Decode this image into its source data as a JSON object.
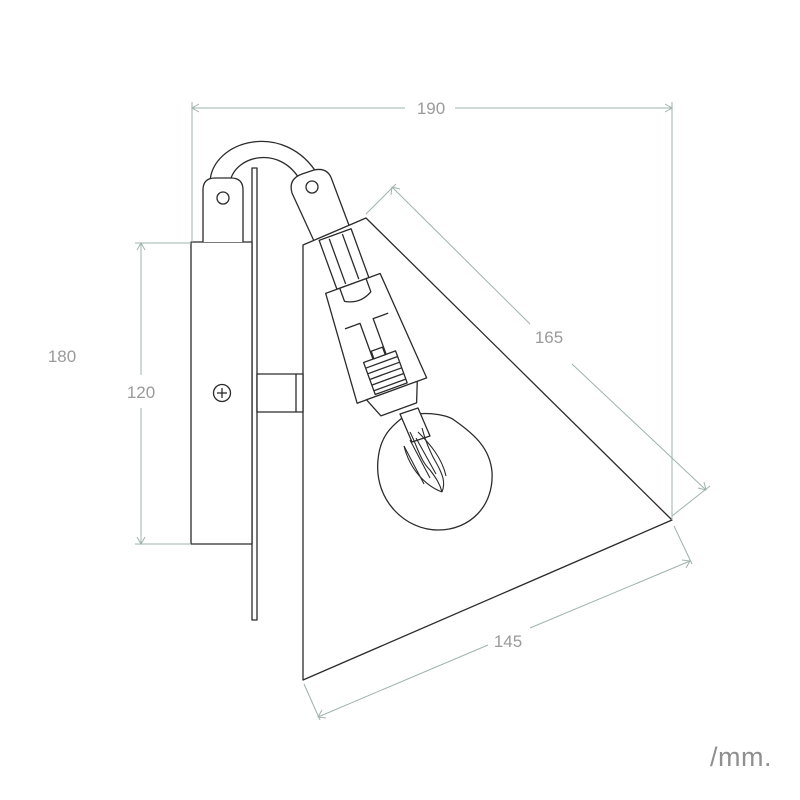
{
  "dimensions": {
    "total_width": "190",
    "total_height": "180",
    "backplate_height": "120",
    "shade_side": "165",
    "shade_base": "145"
  },
  "unit_label": "/mm.",
  "colors": {
    "drawing_stroke": "#2b2b2b",
    "dimension_line": "#9fb3ad",
    "dimension_text": "#9a9a9a"
  }
}
